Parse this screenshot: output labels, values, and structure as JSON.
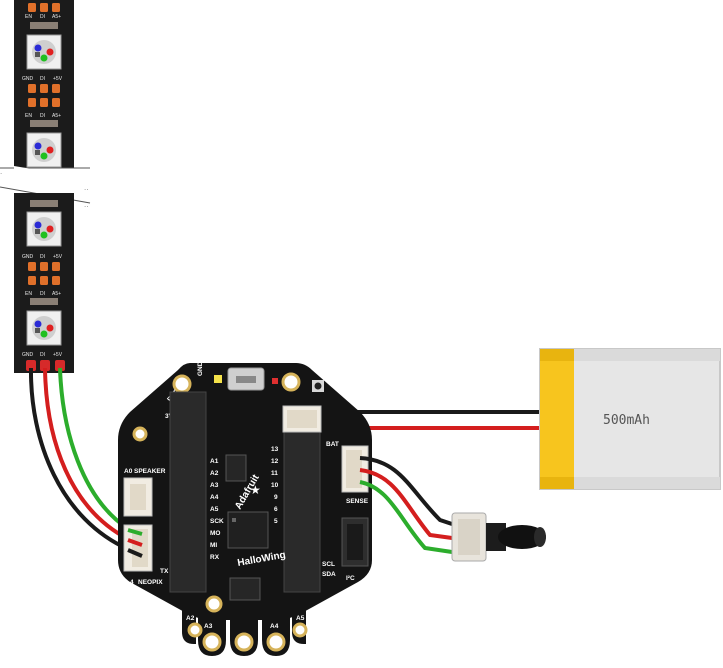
{
  "battery": {
    "capacity_label": "500mAh",
    "color_body": "#e6e6e6",
    "color_tab": "#f7c51e"
  },
  "led_strip": {
    "pad_labels": [
      "GND",
      "DI",
      "+5V"
    ],
    "pad_labels_top": [
      "EN",
      "DI",
      "A5+"
    ],
    "color_strip": "#1b1b1b",
    "color_pad": "#e0702a"
  },
  "board": {
    "brand": "Adafruit",
    "name": "HalloWing",
    "left_pins": [
      "A1",
      "A2",
      "A3",
      "A4",
      "A5",
      "SCK",
      "MO",
      "MI",
      "RX",
      "TX"
    ],
    "right_pins": [
      "13",
      "12",
      "11",
      "10",
      "9",
      "6",
      "5"
    ],
    "connectors": {
      "speaker": "SPEAKER",
      "speaker_pin": "A0",
      "neopix": "NEOPIX",
      "neopix_pin": "4",
      "sense": "SENSE",
      "i2c": "I²C",
      "i2c_pins": [
        "SCL",
        "SDA"
      ],
      "bat": "BAT",
      "top_pins": [
        "RST",
        "GND",
        "3V"
      ]
    },
    "touch_pads": [
      "A2",
      "A3",
      "A4",
      "A5"
    ],
    "color_pcb": "#141414",
    "color_gold": "#d6b35a"
  },
  "wires": {
    "colors": {
      "ground": "#1a1a1a",
      "power": "#d41e1e",
      "signal": "#2cad2c"
    }
  },
  "potentiometer": {
    "color_body": "#e8e4dc",
    "color_knob": "#111111"
  }
}
